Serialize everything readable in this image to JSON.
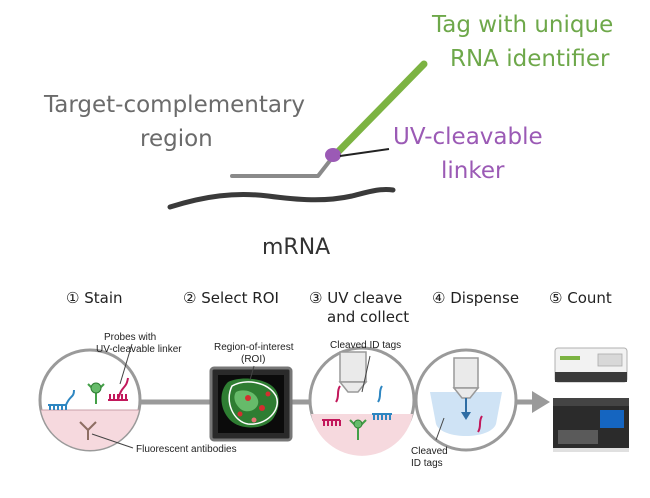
{
  "top_diagram": {
    "tag_label": [
      "Tag with unique",
      "RNA identifier"
    ],
    "target_label": [
      "Target-complementary",
      "region"
    ],
    "linker_label": [
      "UV-cleavable",
      "linker"
    ],
    "mrna_label": "mRNA"
  },
  "workflow": {
    "steps": [
      {
        "num": "①",
        "label": "Stain"
      },
      {
        "num": "②",
        "label": "Select ROI"
      },
      {
        "num": "③",
        "label": "UV cleave",
        "label2": "and collect"
      },
      {
        "num": "④",
        "label": "Dispense"
      },
      {
        "num": "⑤",
        "label": "Count"
      }
    ],
    "annotations": {
      "probes": [
        "Probes with",
        "UV-cleavable linker"
      ],
      "roi": [
        "Region-of-interest",
        "(ROI)"
      ],
      "cleaved_tags": "Cleaved ID tags",
      "antibodies": "Fluorescent antibodies",
      "cleaved_tags_2": [
        "Cleaved",
        "ID tags"
      ]
    }
  },
  "colors": {
    "tag_green": "#7cb342",
    "linker_purple": "#9b5ab5",
    "probe_grey": "#8a8a8a",
    "mrna_dark": "#3a3a3a",
    "probe_blue": "#2e86c1",
    "probe_pink": "#c2185b"
  }
}
